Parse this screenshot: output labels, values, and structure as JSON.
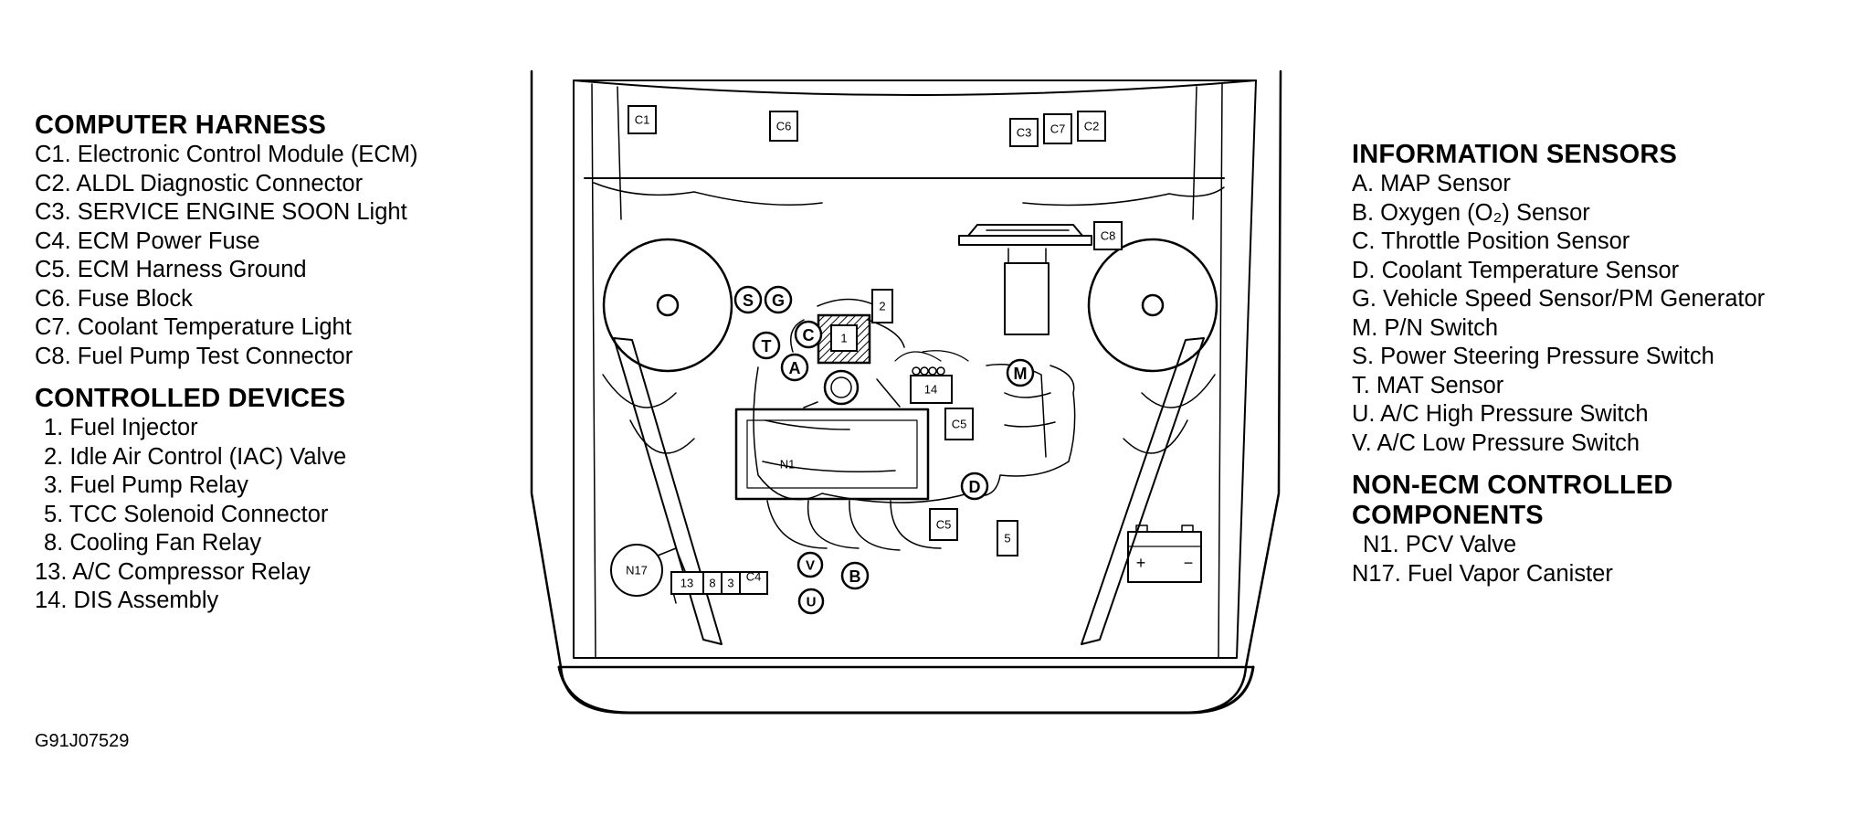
{
  "computer_harness": {
    "title": "COMPUTER HARNESS",
    "items": [
      "C1. Electronic Control Module (ECM)",
      "C2. ALDL Diagnostic Connector",
      "C3. SERVICE ENGINE SOON Light",
      "C4. ECM Power Fuse",
      "C5. ECM Harness Ground",
      "C6. Fuse Block",
      "C7. Coolant Temperature Light",
      "C8. Fuel Pump Test Connector"
    ]
  },
  "controlled_devices": {
    "title": "CONTROLLED DEVICES",
    "items": [
      "1. Fuel Injector",
      "2. Idle Air Control (IAC) Valve",
      "3. Fuel Pump Relay",
      "5. TCC Solenoid Connector",
      "8. Cooling Fan Relay",
      "13. A/C Compressor Relay",
      "14. DIS Assembly"
    ]
  },
  "information_sensors": {
    "title": "INFORMATION SENSORS",
    "items": [
      "A. MAP Sensor",
      "B. Oxygen (O₂) Sensor",
      "C. Throttle Position Sensor",
      "D. Coolant Temperature Sensor",
      "G. Vehicle Speed Sensor/PM Generator",
      "M. P/N Switch",
      "S. Power Steering Pressure Switch",
      "T. MAT Sensor",
      "U. A/C High Pressure Switch",
      "V. A/C Low Pressure Switch"
    ]
  },
  "non_ecm": {
    "title_line1": "NON-ECM CONTROLLED",
    "title_line2": "COMPONENTS",
    "items": [
      "N1. PCV Valve",
      "N17. Fuel Vapor Canister"
    ]
  },
  "figure_id": "G91J07529",
  "diagram_labels": {
    "c1": "C1",
    "c6": "C6",
    "c3": "C3",
    "c7": "C7",
    "c2": "C2",
    "c8": "C8",
    "c5a": "C5",
    "c5b": "C5",
    "c4": "C4",
    "n1": "N1",
    "n17": "N17",
    "r1": "1",
    "r2": "2",
    "r3": "3",
    "r5": "5",
    "r8": "8",
    "r13": "13",
    "r14": "14",
    "sA": "A",
    "sB": "B",
    "sC": "C",
    "sD": "D",
    "sG": "G",
    "sM": "M",
    "sS": "S",
    "sT": "T",
    "sU": "U",
    "sV": "V",
    "batt_plus": "+",
    "batt_minus": "−"
  }
}
